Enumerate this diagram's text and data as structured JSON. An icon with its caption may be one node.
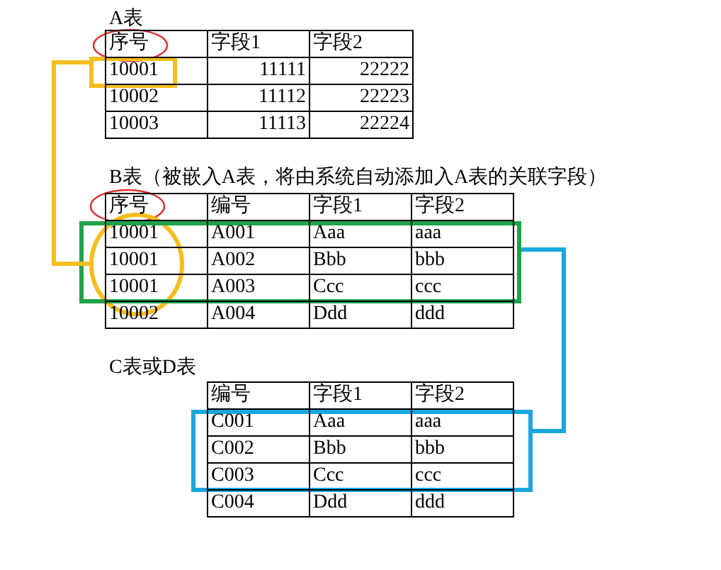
{
  "diagram": {
    "nodes": [
      {
        "text": [],
        "shape": "box"
      },
      {
        "text": [],
        "shape": "circle"
      },
      {
        "text": [],
        "shape": "box"
      },
      {
        "text": [],
        "shape": "box"
      }
    ],
    "edges": [
      {
        "from": 0,
        "to": 1,
        "arrow": "none",
        "color": "#f5be1e"
      },
      {
        "from": 2,
        "to": 3,
        "arrow": "none",
        "color": "#1aa7e0"
      }
    ],
    "labels": [
      "A表",
      "序号",
      "字段1",
      "字段2",
      "10001",
      "11111",
      "22222",
      "10002",
      "11112",
      "22223",
      "10003",
      "11113",
      "22224",
      "B表（被嵌入A表，将由系统自动添加入A表的关联字段）",
      "序号",
      "编号",
      "字段1",
      "字段2",
      "10001",
      "A001",
      "Aaa",
      "aaa",
      "10001",
      "A002",
      "Bbb",
      "bbb",
      "10001",
      "A003",
      "Ccc",
      "ccc",
      "10002",
      "A004",
      "Ddd",
      "ddd",
      "C表或D表",
      "编号",
      "字段1",
      "字段2",
      "C001",
      "Aaa",
      "aaa",
      "C002",
      "Bbb",
      "bbb",
      "C003",
      "Ccc",
      "ccc",
      "C004",
      "Ddd",
      "ddd"
    ]
  }
}
